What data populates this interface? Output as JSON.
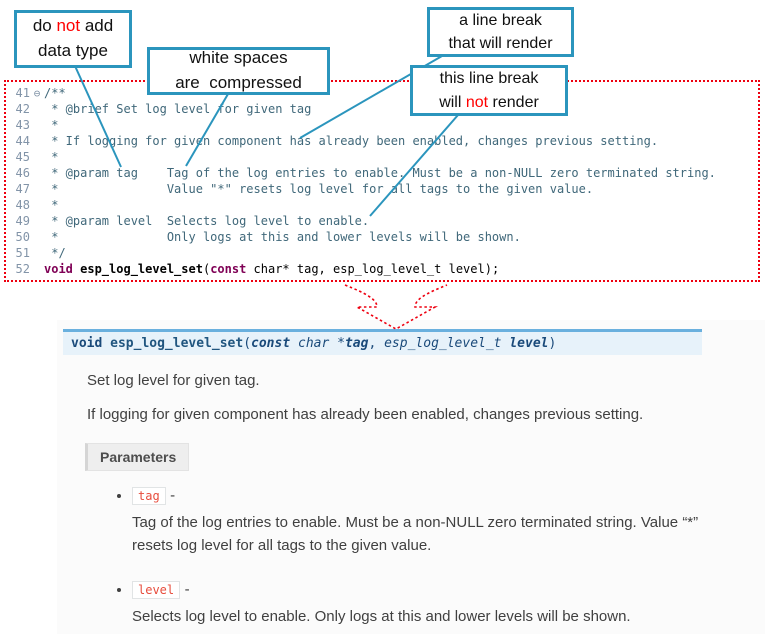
{
  "callouts": {
    "no_datatype": {
      "t1": "do ",
      "t2": "not",
      "t3": " add",
      "line2": "data type"
    },
    "whitespace": {
      "line1": "white spaces",
      "line2": "are  compressed"
    },
    "break_render": {
      "line1": "a line break",
      "line2": "that will render"
    },
    "break_norender": {
      "line1": "this line break",
      "t1": "will ",
      "t2": "not",
      "t3": " render"
    }
  },
  "code": {
    "lines": [
      {
        "num": "41",
        "fold": "⊖",
        "text": "/**"
      },
      {
        "num": "42",
        "fold": "",
        "text": " * @brief Set log level for given tag"
      },
      {
        "num": "43",
        "fold": "",
        "text": " *"
      },
      {
        "num": "44",
        "fold": "",
        "text": " * If logging for given component has already been enabled, changes previous setting."
      },
      {
        "num": "45",
        "fold": "",
        "text": " *"
      },
      {
        "num": "46",
        "fold": "",
        "text": " * @param tag    Tag of the log entries to enable. Must be a non-NULL zero terminated string."
      },
      {
        "num": "47",
        "fold": "",
        "text": " *               Value \"*\" resets log level for all tags to the given value."
      },
      {
        "num": "48",
        "fold": "",
        "text": " *"
      },
      {
        "num": "49",
        "fold": "",
        "text": " * @param level  Selects log level to enable."
      },
      {
        "num": "50",
        "fold": "",
        "text": " *               Only logs at this and lower levels will be shown."
      },
      {
        "num": "51",
        "fold": "",
        "text": " */"
      },
      {
        "num": "52",
        "fold": "",
        "kw1": "void ",
        "fn": "esp_log_level_set",
        "open": "(",
        "kw2": "const",
        "rest": " char* tag, esp_log_level_t level);"
      }
    ]
  },
  "docs": {
    "signature": {
      "ret": "void ",
      "name": "esp_log_level_set",
      "open": "(",
      "const_kw": "const",
      "type1": " char *",
      "arg1": "tag",
      "sep": ", ",
      "type2": "esp_log_level_t ",
      "arg2": "level",
      "close": ")"
    },
    "p1": "Set log level for given tag.",
    "p2": "If logging for given component has already been enabled, changes previous setting.",
    "params_label": "Parameters",
    "items": [
      {
        "name": "tag",
        "dash": "-",
        "desc": "Tag of the log entries to enable. Must be a non-NULL zero terminated string. Value “*” resets log level for all tags to the given value."
      },
      {
        "name": "level",
        "dash": "-",
        "desc": "Selects log level to enable. Only logs at this and lower levels will be shown."
      }
    ]
  }
}
